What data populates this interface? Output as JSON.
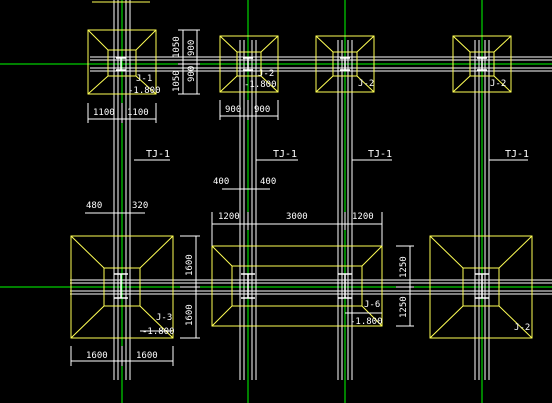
{
  "drawing": {
    "colors": {
      "background": "#000000",
      "outline": "#ffff55",
      "axis": "#00ff00",
      "text": "#ffffff",
      "structure": "#ffffff"
    },
    "footings": {
      "j1": "J-1",
      "j2_upper": "J-2",
      "j2_right_upper": "J-2",
      "j2_lower": "J-2",
      "j3": "J-3",
      "j6": "J-6"
    },
    "beams": {
      "tj1_a": "TJ-1",
      "tj1_b": "TJ-1",
      "tj1_c": "TJ-1",
      "tj1_d": "TJ-1"
    },
    "elevations": {
      "j1": "-1.800",
      "j2": "-1.800",
      "j3": "-1.800",
      "j6": "-1.800"
    },
    "dimensions": {
      "j1_h_left": "1100",
      "j1_h_right": "1100",
      "j1_v_top": "1050",
      "j1_v_bottom": "1050",
      "j1_v_mid": "900",
      "j2_h_left": "900",
      "j2_h_right": "900",
      "j2_v_top": "900",
      "j2_v_bottom": "900",
      "col_a": "480",
      "col_b": "320",
      "col_c": "400",
      "col_d": "400",
      "span_left": "1200",
      "span_mid": "3000",
      "span_right": "1200",
      "j3_v_top": "1600",
      "j3_v_bottom": "1600",
      "j3_h_left": "1600",
      "j3_h_right": "1600",
      "j6_v_top": "1250",
      "j6_v_bottom": "1250"
    }
  }
}
